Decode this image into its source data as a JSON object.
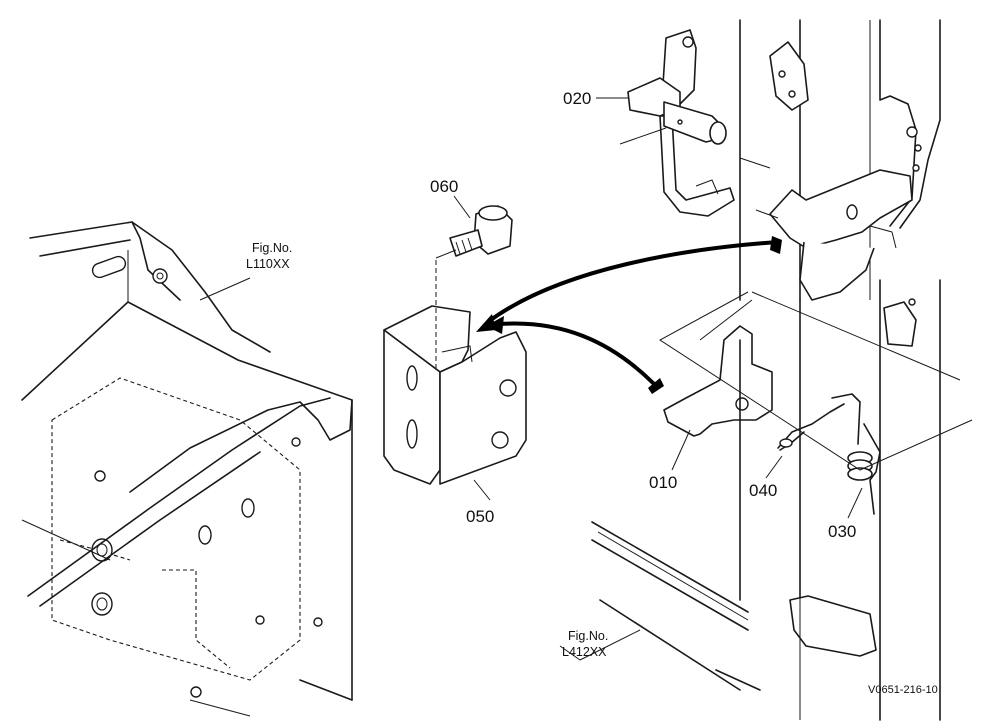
{
  "parts": [
    {
      "id": "010"
    },
    {
      "id": "020"
    },
    {
      "id": "030"
    },
    {
      "id": "040"
    },
    {
      "id": "050"
    },
    {
      "id": "060"
    }
  ],
  "references": [
    {
      "label": "Fig.No.",
      "number": "L110XX"
    },
    {
      "label": "Fig.No.",
      "number": "L412XX"
    }
  ],
  "drawing_code": "V0651-216-10"
}
